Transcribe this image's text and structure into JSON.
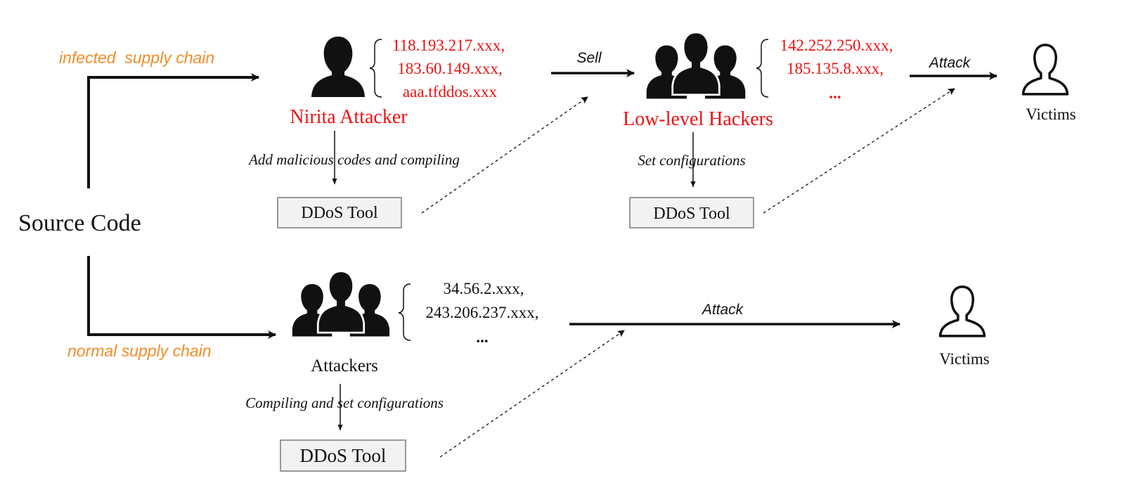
{
  "source": {
    "label": "Source Code"
  },
  "chains": {
    "infected": "infected  supply chain",
    "normal": "normal supply chain"
  },
  "top_row": {
    "nirita": {
      "name": "Nirita Attacker",
      "ips": [
        "118.193.217.xxx,",
        "183.60.149.xxx,",
        "aaa.tfddos.xxx"
      ]
    },
    "step1": "Add malicious codes and compiling",
    "tool1": "DDoS Tool",
    "sell": "Sell",
    "hackers": {
      "name": "Low-level Hackers",
      "ips": [
        "142.252.250.xxx,",
        "185.135.8.xxx,",
        "..."
      ]
    },
    "step2": "Set configurations",
    "tool2": "DDoS Tool",
    "attack": "Attack",
    "victims": "Victims"
  },
  "bottom_row": {
    "attackers": {
      "name": "Attackers",
      "ips": [
        "34.56.2.xxx,",
        "243.206.237.xxx,",
        "..."
      ]
    },
    "step": "Compiling and set configurations",
    "tool": "DDoS Tool",
    "attack": "Attack",
    "victims": "Victims"
  },
  "colors": {
    "accent_red": "#ee1111",
    "accent_orange": "#f28c28",
    "ink": "#111111"
  }
}
